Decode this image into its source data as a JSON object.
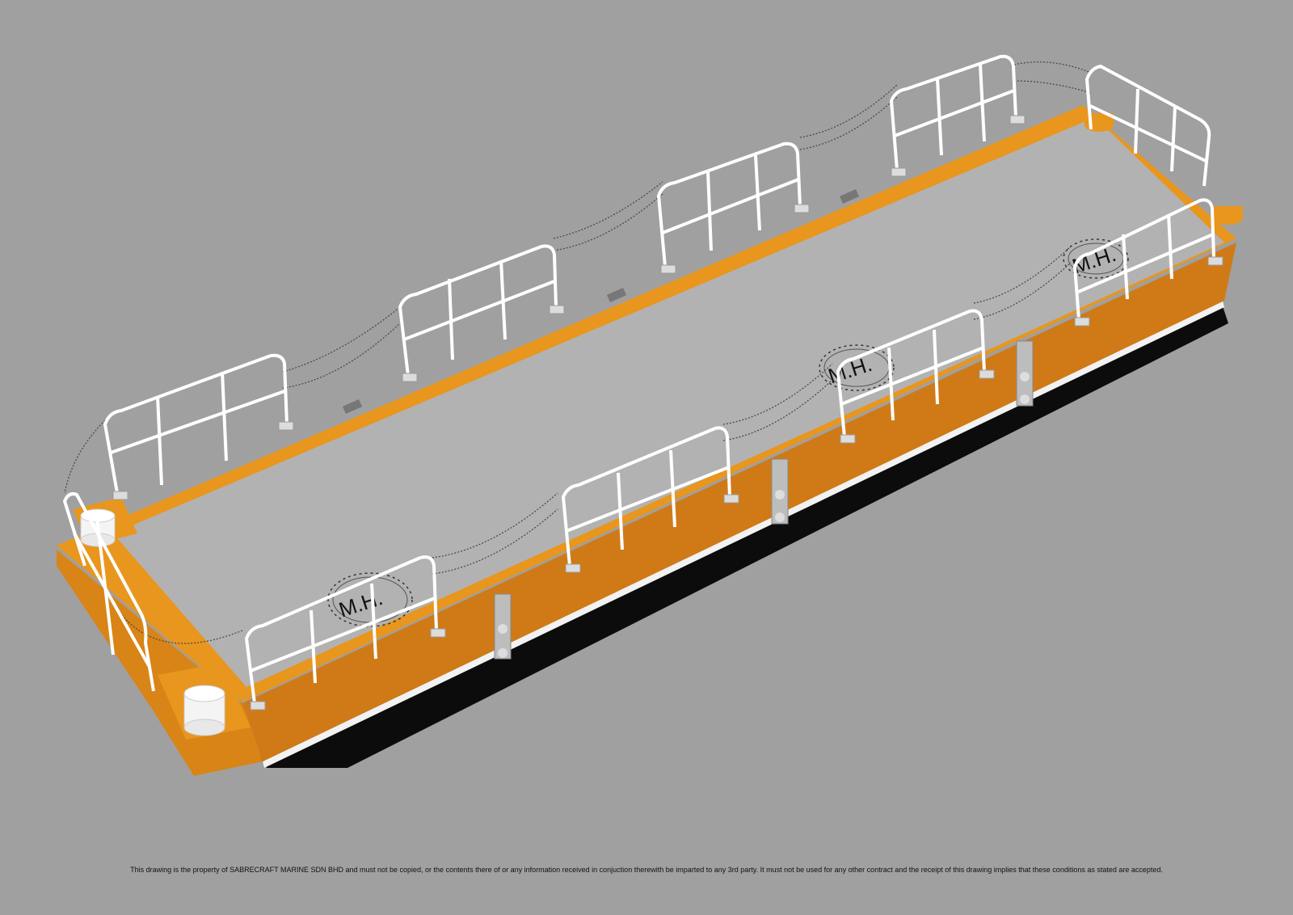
{
  "colors": {
    "background": "#a0a0a0",
    "deck": "#b2b2b2",
    "hull_orange": "#cf7a17",
    "deck_edge_orange": "#e8961e",
    "hull_black": "#0c0c0c",
    "railing": "#ffffff"
  },
  "manholes": [
    {
      "label": "M.H."
    },
    {
      "label": "M.H."
    },
    {
      "label": "M.H."
    }
  ],
  "disclaimer": "This drawing is the property of SABRECRAFT MARINE SDN BHD and must not be copied, or the contents there of or any information received in conjuction therewith be imparted to any 3rd party. It must not be used for any other contract and the receipt of this drawing implies that these conditions as stated are accepted."
}
